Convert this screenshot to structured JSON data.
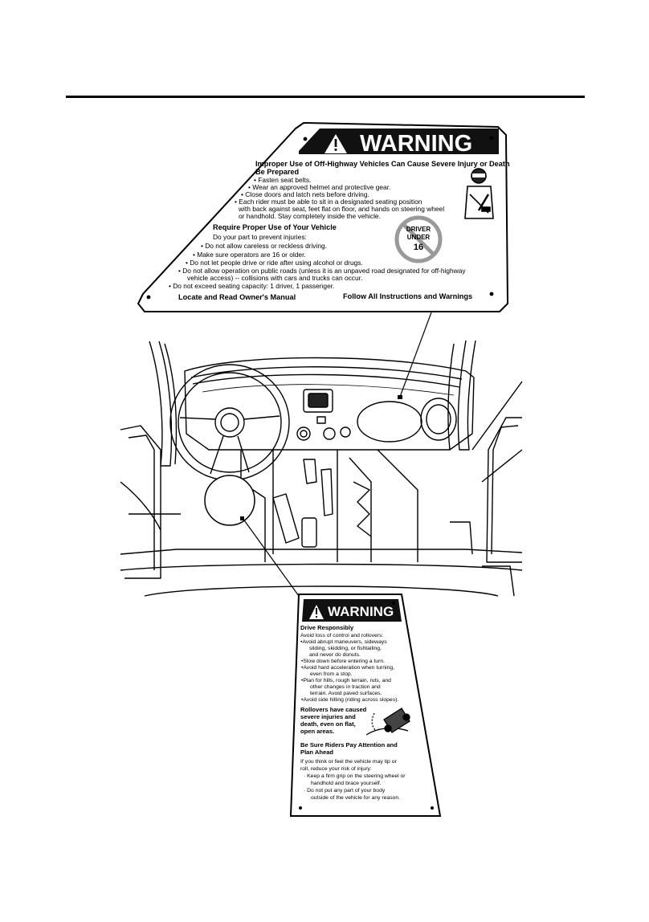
{
  "top_label": {
    "title": "WARNING",
    "heading": "Improper Use of Off-Highway Vehicles Can Cause Severe Injury or Death",
    "section1_title": "Be Prepared",
    "section1_items": [
      "• Fasten seat belts.",
      "• Wear an approved helmet and protective gear.",
      "• Close doors and latch nets before driving.",
      "• Each rider must be able to sit in a designated seating position",
      "with back against seat, feet flat on floor, and hands on steering wheel",
      "or handhold. Stay completely inside the vehicle."
    ],
    "section2_title": "Require Proper Use of Your Vehicle",
    "section2_intro": "Do your part to prevent injuries:",
    "section2_items": [
      "• Do not allow careless or reckless driving.",
      "• Make sure operators are 16 or older.",
      "• Do not let people drive or ride after using alcohol or drugs.",
      "• Do not allow operation on public roads (unless it is an unpaved road designated for off-highway",
      "vehicle access) -- collisions with cars and trucks can occur.",
      "• Do not exceed seating capacity: 1 driver, 1 passenger."
    ],
    "badge": {
      "line1": "DRIVER",
      "line2": "UNDER",
      "line3": "16"
    },
    "footer_left": "Locate and Read Owner's Manual",
    "footer_right": "Follow All Instructions and Warnings"
  },
  "bottom_label": {
    "title": "WARNING",
    "section1_title": "Drive Responsibly",
    "section1_lines": [
      "Avoid loss of control and rollovers:",
      "•Avoid abrupt maneuvers, sideways",
      "sliding, skidding, or fishtailing,",
      "and never do donuts.",
      "•Slow down before entering a turn.",
      "•Avoid hard acceleration when turning,",
      "even from a stop.",
      "•Plan for hills, rough terrain, ruts, and",
      "other changes in traction and",
      "terrain. Avoid paved surfaces.",
      "•Avoid side hilling (riding across slopes)."
    ],
    "rollover_lines": [
      "Rollovers have caused",
      "severe injuries and",
      "death, even on flat,",
      "open areas."
    ],
    "section2_title_lines": [
      "Be Sure Riders Pay Attention and",
      "Plan Ahead"
    ],
    "section2_lines": [
      "If you think or feel the vehicle may tip or",
      "roll, reduce your risk of injury:",
      "· Keep a firm grip on the steering wheel or",
      "handhold and brace yourself.",
      "· Do not put any part of your body",
      "outside of the vehicle for any reason."
    ]
  }
}
